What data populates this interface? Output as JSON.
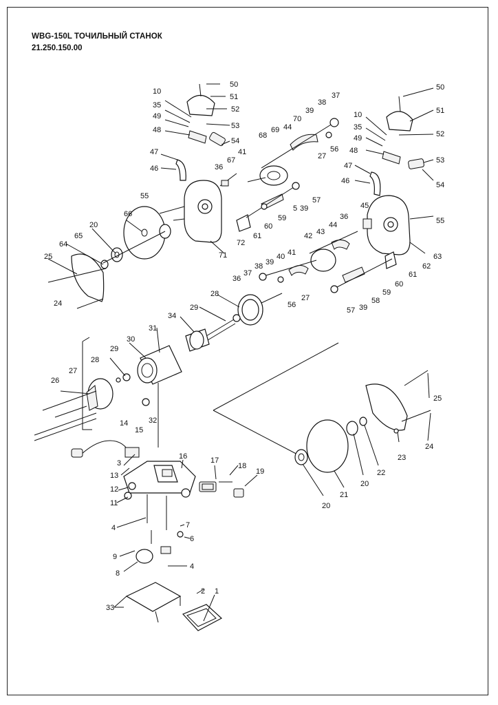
{
  "header": {
    "title": "WBG-150L ТОЧИЛЬНЫЙ СТАНОК",
    "code": "21.250.150.00"
  },
  "callouts": [
    "50",
    "51",
    "52",
    "53",
    "54",
    "10",
    "35",
    "49",
    "48",
    "47",
    "46",
    "36",
    "67",
    "41",
    "68",
    "69",
    "70",
    "44",
    "39",
    "38",
    "37",
    "56",
    "27",
    "57",
    "39",
    "5",
    "59",
    "60",
    "61",
    "72",
    "55",
    "66",
    "20",
    "65",
    "64",
    "25",
    "24",
    "71",
    "36",
    "44",
    "43",
    "42",
    "45",
    "55",
    "63",
    "62",
    "61",
    "60",
    "59",
    "58",
    "39",
    "57",
    "27",
    "56",
    "41",
    "40",
    "39",
    "38",
    "37",
    "36",
    "28",
    "29",
    "34",
    "31",
    "30",
    "29",
    "28",
    "27",
    "26",
    "32",
    "14",
    "15",
    "3",
    "13",
    "12",
    "11",
    "4",
    "16",
    "17",
    "18",
    "19",
    "7",
    "6",
    "9",
    "8",
    "4",
    "2",
    "1",
    "33",
    "25",
    "24",
    "23",
    "22",
    "20",
    "21",
    "20",
    "50",
    "51",
    "52",
    "53",
    "54",
    "10",
    "35",
    "49",
    "48",
    "47",
    "46"
  ]
}
